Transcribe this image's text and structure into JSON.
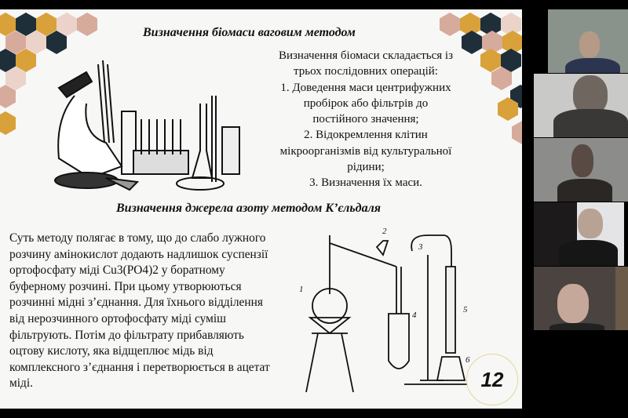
{
  "slide": {
    "title1": "Визначення біомаси ваговим методом",
    "operations": [
      "Визначення біомаси складається із",
      "трьох послідовних операцій:",
      "1. Доведення маси центрифужних",
      "пробірок або фільтрів до",
      "постійного значення;",
      "2. Відокремлення клітин",
      "мікроорганізмів від культуральної",
      "рідини;",
      "3. Визначення їх маси."
    ],
    "title2": "Визначення джерела азоту  методом К’єльдаля",
    "paragraph": [
      "Суть методу полягає в тому, що до слабо лужного",
      "розчину амінокислот додають надлишок суспензії",
      "ортофосфату міді Cu3(PO4)2 у боратному",
      "буферному розчині. При цьому утворюються",
      "розчинні мідні з’єднання. Для їхнього відділення",
      "від нерозчинного ортофосфату міді суміш",
      "фільтрують. Потім до фільтрату прибавляють",
      "оцтову кислоту, яка відщеплює мідь від",
      "комплексного з’єднання і перетворюється в ацетат",
      "міді."
    ],
    "apparatus_labels": [
      "1",
      "2",
      "3",
      "4",
      "5",
      "6"
    ],
    "page_number": "12"
  },
  "colors": {
    "gold": "#d9a13a",
    "navy": "#1f2f3a",
    "pink": "#d6ab9c",
    "lightpink": "#ebd3c9"
  },
  "participants": [
    {
      "id": "participant-1"
    },
    {
      "id": "participant-2"
    },
    {
      "id": "participant-3"
    },
    {
      "id": "participant-4"
    },
    {
      "id": "participant-5"
    }
  ]
}
